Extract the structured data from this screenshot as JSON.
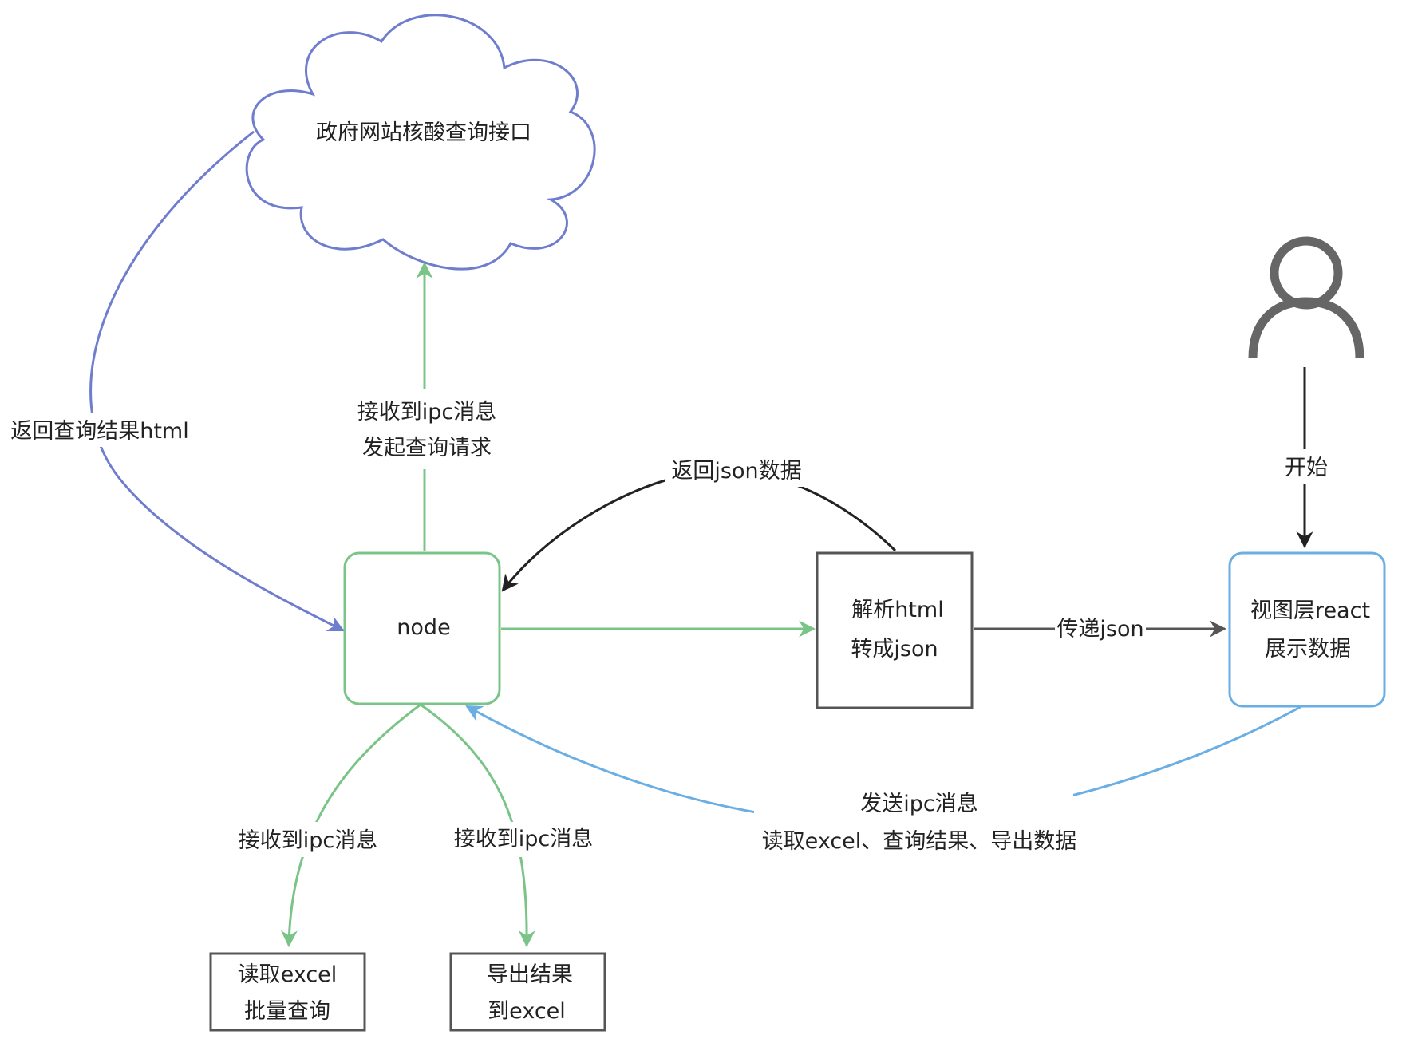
{
  "colors": {
    "green": "#7bc488",
    "purple": "#6f7dcf",
    "blue": "#6aaee3",
    "dark": "#555555",
    "black": "#222222",
    "user_icon": "#666666"
  },
  "nodes": {
    "cloud": {
      "label": "政府网站核酸查询接口",
      "shape": "cloud"
    },
    "node": {
      "label": "node"
    },
    "parse": {
      "line1": "解析html",
      "line2": "转成json"
    },
    "view": {
      "line1": "视图层react",
      "line2": "展示数据"
    },
    "read_excel": {
      "line1": "读取excel",
      "line2": "批量查询"
    },
    "export": {
      "line1": "导出结果",
      "line2": "到excel"
    },
    "user": {
      "icon": "user-icon"
    }
  },
  "edges": {
    "cloud_to_node": {
      "label": "返回查询结果html"
    },
    "node_to_cloud": {
      "line1": "接收到ipc消息",
      "line2": "发起查询请求"
    },
    "parse_to_node": {
      "label": "返回json数据"
    },
    "parse_to_view": {
      "label": "传递json"
    },
    "user_to_view": {
      "label": "开始"
    },
    "node_to_read": {
      "label": "接收到ipc消息"
    },
    "node_to_export": {
      "label": "接收到ipc消息"
    },
    "view_to_node": {
      "line1": "发送ipc消息",
      "line2": "读取excel、查询结果、导出数据"
    }
  }
}
